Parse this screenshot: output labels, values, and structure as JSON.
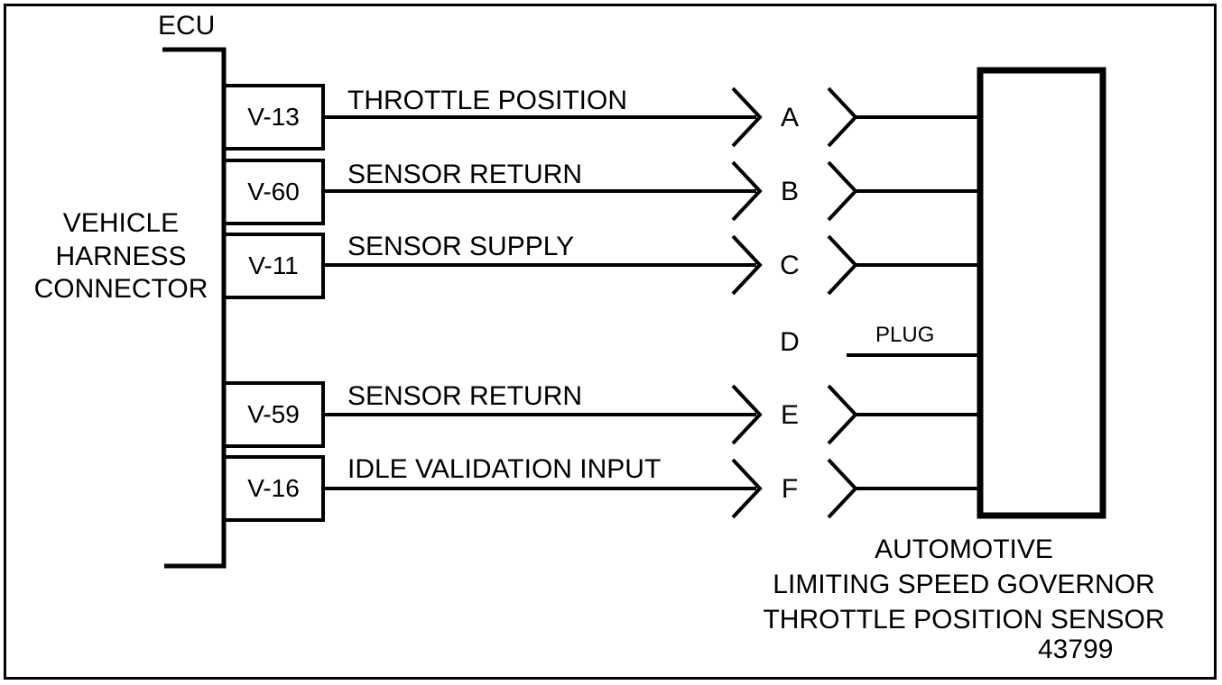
{
  "diagram": {
    "title_ecu": "ECU",
    "left_label": "VEHICLE\nHARNESS\nCONNECTOR",
    "left_label_lines": [
      "VEHICLE",
      "HARNESS",
      "CONNECTOR"
    ],
    "figure_number": "43799",
    "plug_label": "PLUG",
    "device_caption_lines": [
      "AUTOMOTIVE",
      "LIMITING SPEED GOVERNOR",
      "THROTTLE POSITION SENSOR"
    ],
    "colors": {
      "line": "#000000",
      "background": "#ffffff",
      "text": "#000000"
    },
    "rows": [
      {
        "connector": "V-13",
        "signal": "THROTTLE POSITION",
        "pin": "A",
        "has_wire": true
      },
      {
        "connector": "V-60",
        "signal": "SENSOR RETURN",
        "pin": "B",
        "has_wire": true
      },
      {
        "connector": "V-11",
        "signal": "SENSOR SUPPLY",
        "pin": "C",
        "has_wire": true
      },
      {
        "connector": "",
        "signal": "",
        "pin": "D",
        "has_wire": false
      },
      {
        "connector": "V-59",
        "signal": "SENSOR RETURN",
        "pin": "E",
        "has_wire": true
      },
      {
        "connector": "V-16",
        "signal": "IDLE VALIDATION INPUT",
        "pin": "F",
        "has_wire": true
      }
    ]
  }
}
